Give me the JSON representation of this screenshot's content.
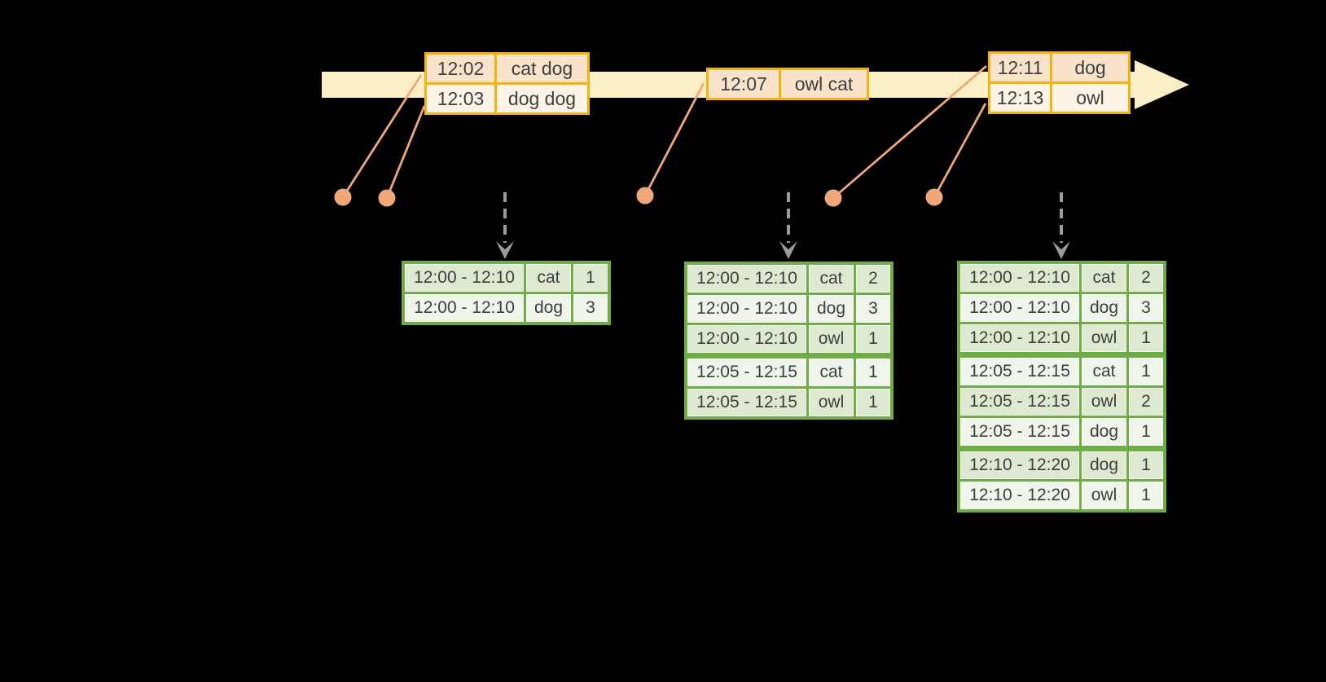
{
  "colors": {
    "background": "#000000",
    "timeline_band": "#FCEFC7",
    "event_table_border": "#F2B40E",
    "event_row_dark": "#FAE3CB",
    "event_row_light": "#FDF4E7",
    "event_dot": "#F0A878",
    "result_table_border": "#6FAC47",
    "result_row_dark": "#DEE9D2",
    "result_row_light": "#F0F5EB",
    "trigger_arrow": "#9B9B9B",
    "cell_text": "#3E3E3E"
  },
  "event_tables": [
    {
      "rows": [
        {
          "time": "12:02",
          "words": "cat dog"
        },
        {
          "time": "12:03",
          "words": "dog dog"
        }
      ]
    },
    {
      "rows": [
        {
          "time": "12:07",
          "words": "owl cat"
        }
      ]
    },
    {
      "rows": [
        {
          "time": "12:11",
          "words": "dog"
        },
        {
          "time": "12:13",
          "words": "owl"
        }
      ]
    }
  ],
  "result_tables": [
    {
      "rows": [
        {
          "window": "12:00 - 12:10",
          "word": "cat",
          "count": "1"
        },
        {
          "window": "12:00 - 12:10",
          "word": "dog",
          "count": "3"
        }
      ]
    },
    {
      "rows": [
        {
          "window": "12:00 - 12:10",
          "word": "cat",
          "count": "2"
        },
        {
          "window": "12:00 - 12:10",
          "word": "dog",
          "count": "3"
        },
        {
          "window": "12:00 - 12:10",
          "word": "owl",
          "count": "1"
        },
        {
          "window": "12:05 - 12:15",
          "word": "cat",
          "count": "1"
        },
        {
          "window": "12:05 - 12:15",
          "word": "owl",
          "count": "1"
        }
      ]
    },
    {
      "rows": [
        {
          "window": "12:00 - 12:10",
          "word": "cat",
          "count": "2"
        },
        {
          "window": "12:00 - 12:10",
          "word": "dog",
          "count": "3"
        },
        {
          "window": "12:00 - 12:10",
          "word": "owl",
          "count": "1"
        },
        {
          "window": "12:05 - 12:15",
          "word": "cat",
          "count": "1"
        },
        {
          "window": "12:05 - 12:15",
          "word": "owl",
          "count": "2"
        },
        {
          "window": "12:05 - 12:15",
          "word": "dog",
          "count": "1"
        },
        {
          "window": "12:10 - 12:20",
          "word": "dog",
          "count": "1"
        },
        {
          "window": "12:10 - 12:20",
          "word": "owl",
          "count": "1"
        }
      ]
    }
  ]
}
